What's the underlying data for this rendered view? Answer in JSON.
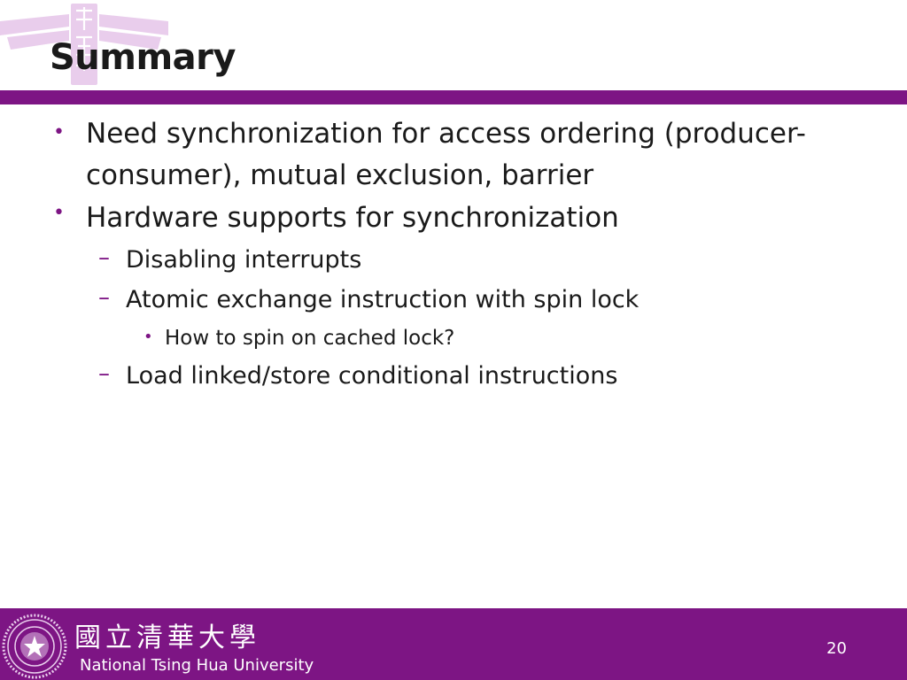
{
  "slide": {
    "title": "Summary",
    "bullets": [
      {
        "marker": "•",
        "lines": [
          "Need synchronization for access ordering (producer-",
          "consumer), mutual exclusion, barrier"
        ]
      },
      {
        "marker": "•",
        "text": "Hardware supports for synchronization",
        "children": [
          {
            "marker": "–",
            "text": "Disabling interrupts"
          },
          {
            "marker": "–",
            "text": "Atomic exchange instruction with spin lock",
            "children": [
              {
                "marker": "•",
                "text": "How to spin on cached lock?"
              }
            ]
          },
          {
            "marker": "–",
            "text": "Load linked/store conditional instructions"
          }
        ]
      }
    ]
  },
  "footer": {
    "university_name_cn": "國立清華大學",
    "university_name_en": "National Tsing Hua University",
    "page_number": "20"
  },
  "icons": {
    "header_logo": "nthu-logo-watermark-icon",
    "footer_seal": "nthu-seal-icon"
  },
  "colors": {
    "accent_purple": "#7d1584",
    "footer_text": "#ffffff",
    "body_text": "#1a1a1a"
  }
}
